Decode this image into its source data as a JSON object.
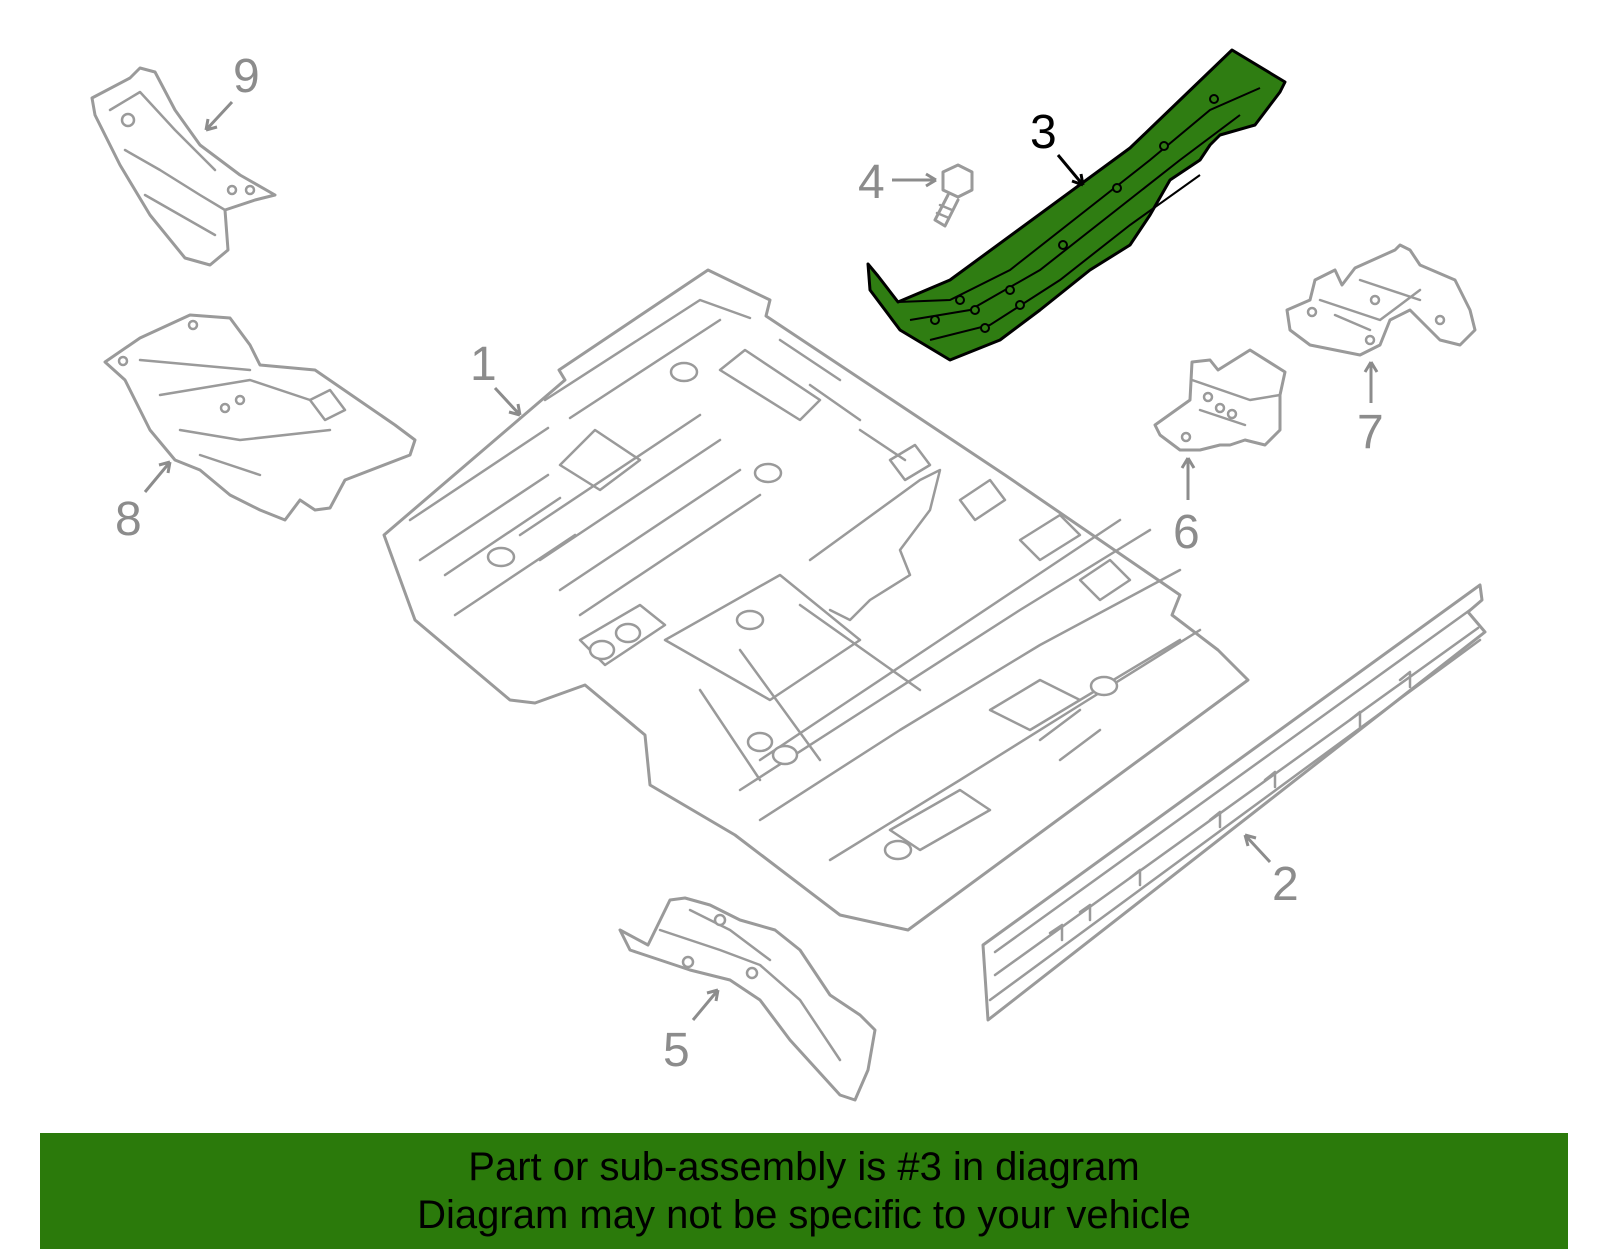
{
  "diagram": {
    "highlighted_part": "3",
    "callouts": [
      "1",
      "2",
      "3",
      "4",
      "5",
      "6",
      "7",
      "8",
      "9"
    ],
    "colors": {
      "highlight": "#2f7d12",
      "outline": "#9a9a9a",
      "banner": "#2b7a0b"
    }
  },
  "banner": {
    "line1": "Part or sub-assembly is #3 in diagram",
    "line2": "Diagram may not be specific to your vehicle"
  }
}
